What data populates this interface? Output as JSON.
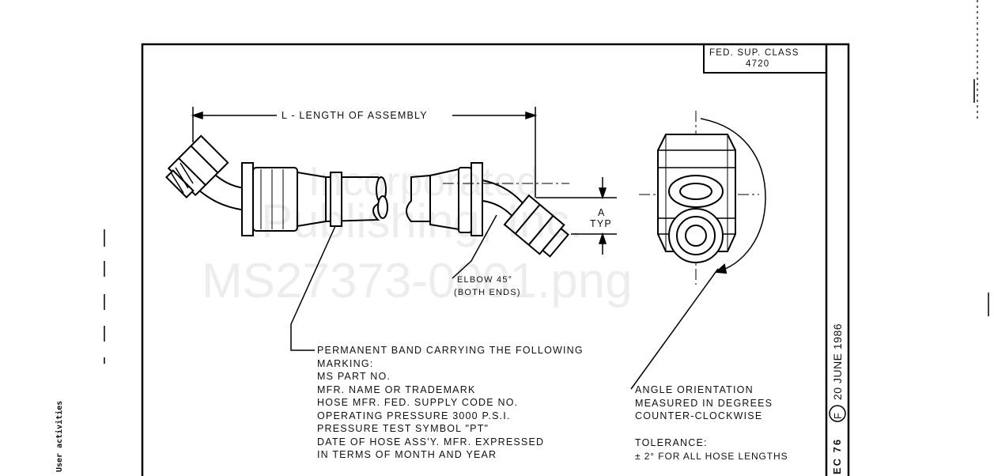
{
  "fed_sup_class": {
    "label": "FED. SUP. CLASS",
    "value": "4720"
  },
  "dimension": {
    "length_label": "L - LENGTH OF ASSEMBLY",
    "a_label": "A",
    "typ_label": "TYP"
  },
  "elbow": {
    "line1": "ELBOW 45°",
    "line2": "(BOTH ENDS)"
  },
  "band_note": {
    "lines": [
      "PERMANENT BAND CARRYING THE FOLLOWING",
      "MARKING:",
      "MS PART NO.",
      "MFR. NAME OR TRADEMARK",
      "HOSE MFR. FED. SUPPLY CODE NO.",
      "OPERATING PRESSURE 3000 P.S.I.",
      "PRESSURE TEST SYMBOL \"PT\"",
      "DATE OF HOSE ASS'Y. MFR. EXPRESSED",
      "IN TERMS OF MONTH AND YEAR"
    ]
  },
  "angle_note": {
    "lines": [
      "ANGLE ORIENTATION",
      "MEASURED IN DEGREES",
      "COUNTER-CLOCKWISE"
    ]
  },
  "tolerance": {
    "title": "TOLERANCE:",
    "value": "± 2° FOR ALL HOSE LENGTHS"
  },
  "side_margin": {
    "date": "20 JUNE 1986",
    "revision": "F",
    "section": "EC 76"
  },
  "left_margin": {
    "text": "User activities"
  },
  "watermark": {
    "line1": "Incorporated",
    "line2": "Publishing, Inc.",
    "line3": "MS27373-0001.png"
  }
}
